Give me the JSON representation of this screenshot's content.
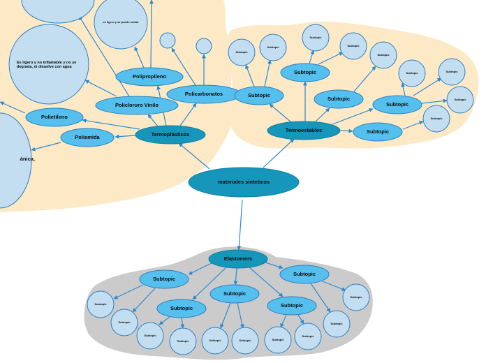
{
  "colors": {
    "connector": "#2a8ad0",
    "central_fill": "#1596ba",
    "sub_fill": "#55bfee",
    "leaf_fill": "#c3ddf1",
    "leaf_stroke": "#2a7fc0",
    "region_left": "#fde9c6",
    "region_right": "#fde9c6",
    "region_bottom": "#cbcbcb"
  },
  "central": {
    "label": "materiales sinteticos"
  },
  "termoplasticos": {
    "label": "Termoplásticos",
    "children": {
      "polietileno": "Polietileno",
      "poliamida": "Poliamida",
      "policloruro_vinilo": "Policloruro Vinilo",
      "polipropileno": "Polipropileno",
      "policarbonatos": "Policarbonatos"
    },
    "notes": {
      "polipropileno_note": "es ligero y se puede soldar",
      "policloruro_note": "Es ligero y no inflamable y no se degrada, ni disuelve con agua",
      "partial_note": "ánica,"
    }
  },
  "termoestables": {
    "label": "Termoestables",
    "subtopic_label": "Subtopic",
    "leaf_label": "Subtopic"
  },
  "elastomeros": {
    "label": "Elastomers",
    "subtopic_label": "Subtopic",
    "leaf_label": "Subtopic"
  }
}
